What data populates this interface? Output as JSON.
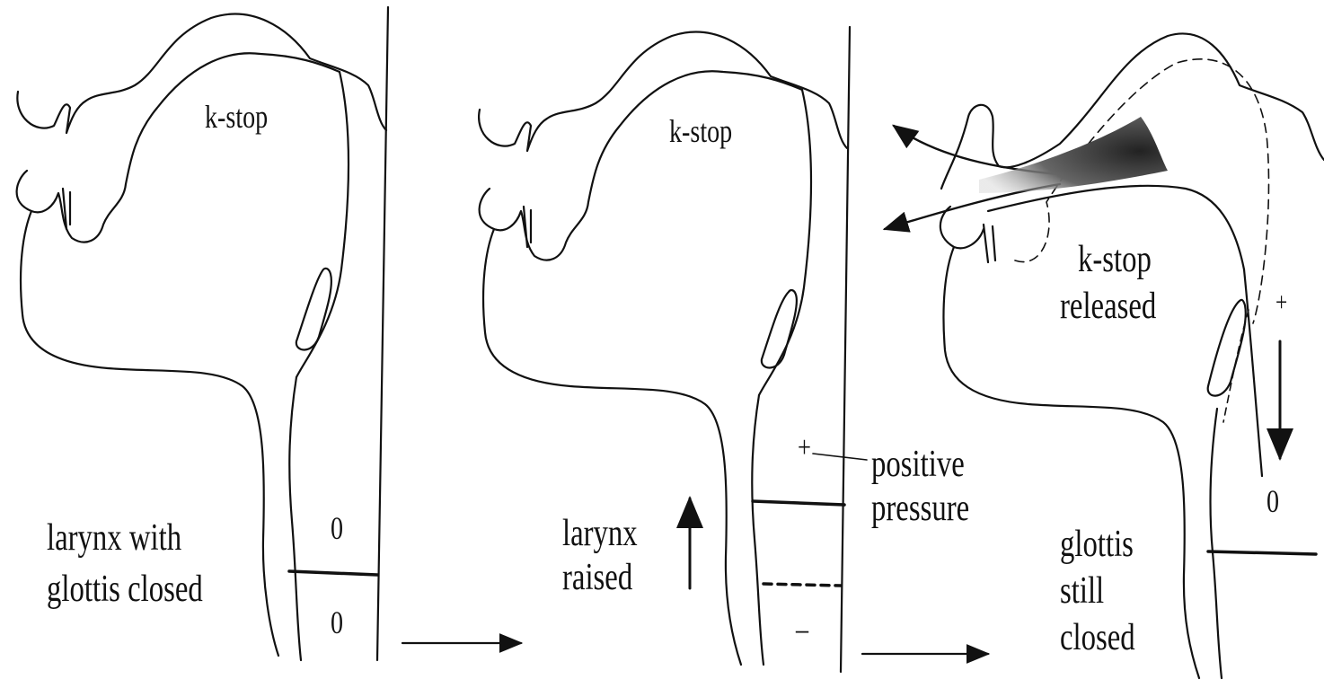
{
  "panels": [
    {
      "stop_label": "k-stop",
      "larynx_label": [
        "larynx with",
        "glottis closed"
      ],
      "pressure_above": "0",
      "pressure_below": "0"
    },
    {
      "stop_label": "k-stop",
      "larynx_label": [
        "larynx",
        "raised"
      ],
      "pressure_above_sign": "+",
      "pressure_label": [
        "positive",
        "pressure"
      ],
      "pressure_below_sign": "–"
    },
    {
      "stop_label": [
        "k-stop",
        "released"
      ],
      "pressure_sign": "+",
      "pressure_after": "0",
      "larynx_label": [
        "glottis",
        "still",
        "closed"
      ]
    }
  ]
}
